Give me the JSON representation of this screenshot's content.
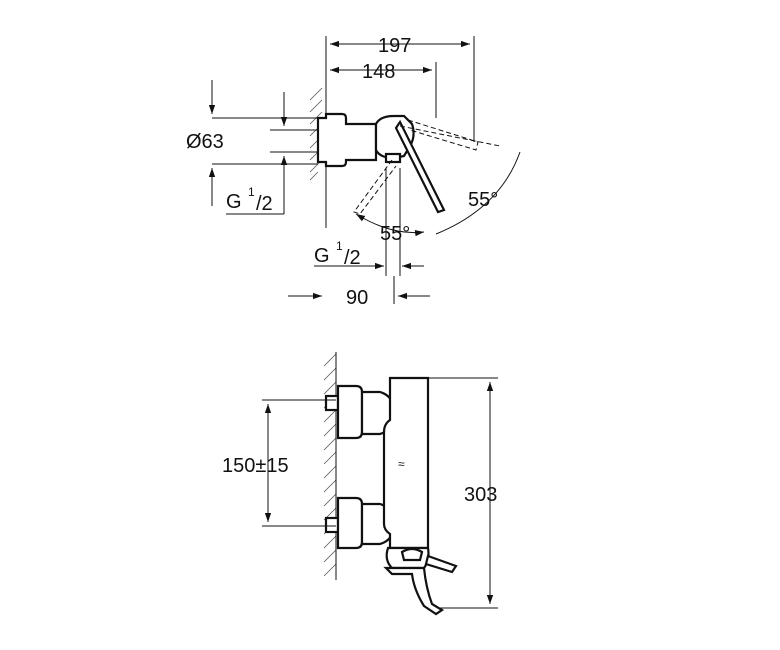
{
  "dimensions": {
    "width_197": "197",
    "width_148": "148",
    "diameter_63": "Ø63",
    "g_left": "G",
    "g_left_sup": "1",
    "g_left_sub": "/2",
    "angle_right": "55°",
    "angle_bottom": "55°",
    "g_bottom": "G",
    "g_bottom_sup": "1",
    "g_bottom_sub": "/2",
    "depth_90": "90",
    "spacing": "150±15",
    "height_303": "303"
  }
}
